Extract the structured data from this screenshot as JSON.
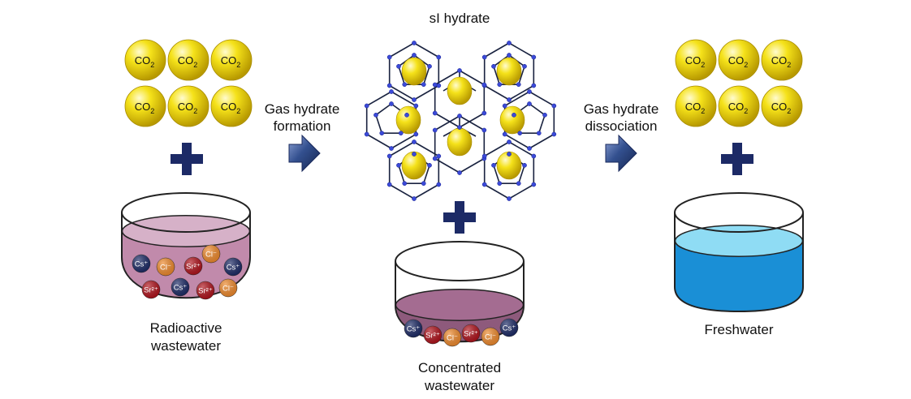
{
  "title": "sI hydrate",
  "gas_molecule": {
    "text": "CO",
    "subscript": "2"
  },
  "steps": {
    "formation": {
      "line1": "Gas hydrate",
      "line2": "formation"
    },
    "dissociation": {
      "line1": "Gas hydrate",
      "line2": "dissociation"
    }
  },
  "beakers": {
    "radioactive": {
      "label_line1": "Radioactive",
      "label_line2": "wastewater",
      "liquid_color": "#c18aab",
      "ions": [
        "Cs⁺",
        "Cl⁻",
        "Sr²⁺",
        "Cl⁻",
        "Cs⁺",
        "Sr²⁺",
        "Cs⁺",
        "Sr²⁺",
        "Cl⁻"
      ]
    },
    "concentrated": {
      "label_line1": "Concentrated",
      "label_line2": "wastewater",
      "liquid_color": "#8e5a7c",
      "ions": [
        "Cs⁺",
        "Sr²⁺",
        "Cl⁻",
        "Sr²⁺",
        "Cl⁻",
        "Cs⁺"
      ]
    },
    "fresh": {
      "label_line1": "Freshwater",
      "liquid_color": "#1a8fd6"
    }
  },
  "colors": {
    "plus": "#1c2a66",
    "cs_ion": "#1c2a66",
    "sr_ion": "#b0121b",
    "cl_ion": "#f08a2c",
    "co2_ball": "#f2d80a",
    "cage_line": "#1a2340",
    "cage_node": "#3b4ad8",
    "arrow": "#24397a"
  },
  "icons": {
    "plus": "plus-icon",
    "arrow": "right-arrow-icon",
    "co2": "co2-molecule-icon",
    "beaker": "beaker-icon",
    "cage": "hydrate-cage-icon"
  }
}
